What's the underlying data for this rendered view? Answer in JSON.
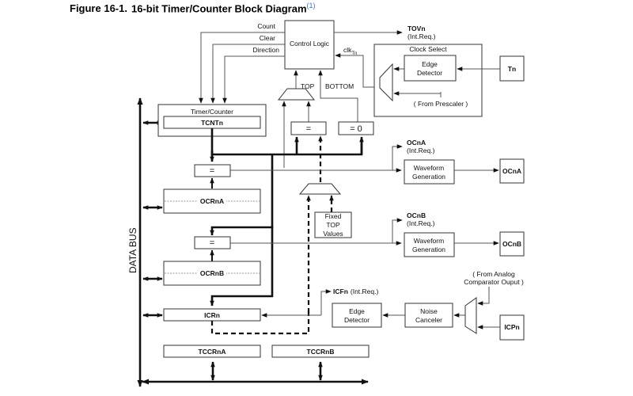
{
  "figure": {
    "number": "Figure 16-1.",
    "title": "16-bit Timer/Counter Block Diagram",
    "footnote": "(1)"
  },
  "control_logic": {
    "label": "Control Logic",
    "outputs": {
      "count": "Count",
      "clear": "Clear",
      "direction": "Direction"
    },
    "inputs": {
      "top": "TOP",
      "bottom": "BOTTOM",
      "clk": "clk",
      "clk_sub": "Tn"
    }
  },
  "tov": {
    "label": "TOVn",
    "sub": "(Int.Req.)"
  },
  "clock_select": {
    "label": "Clock Select",
    "edge_detector": [
      "Edge",
      "Detector"
    ],
    "prescaler": "( From Prescaler )",
    "pin": "Tn"
  },
  "timer_counter": {
    "label": "Timer/Counter",
    "register": "TCNTn"
  },
  "comparators": {
    "equal": "=",
    "zero": "= 0"
  },
  "fixed_top": [
    "Fixed",
    "TOP",
    "Values"
  ],
  "registers": {
    "ocra": "OCRnA",
    "ocrb": "OCRnB",
    "icr": "ICRn",
    "tccra": "TCCRnA",
    "tccrb": "TCCRnB"
  },
  "output_a": {
    "flag": "OCnA",
    "flag_sub": "(Int.Req.)",
    "waveform": [
      "Waveform",
      "Generation"
    ],
    "pin": "OCnA"
  },
  "output_b": {
    "flag": "OCnB",
    "flag_sub": "(Int.Req.)",
    "waveform": [
      "Waveform",
      "Generation"
    ],
    "pin": "OCnB"
  },
  "input_capture": {
    "flag": "ICFn",
    "flag_sub": "(Int.Req.)",
    "edge_detector": [
      "Edge",
      "Detector"
    ],
    "noise_canceler": [
      "Noise",
      "Canceler"
    ],
    "analog": [
      "( From Analog",
      "Comparator Ouput )"
    ],
    "pin": "ICPn"
  },
  "data_bus": {
    "label": "DATA BUS"
  }
}
